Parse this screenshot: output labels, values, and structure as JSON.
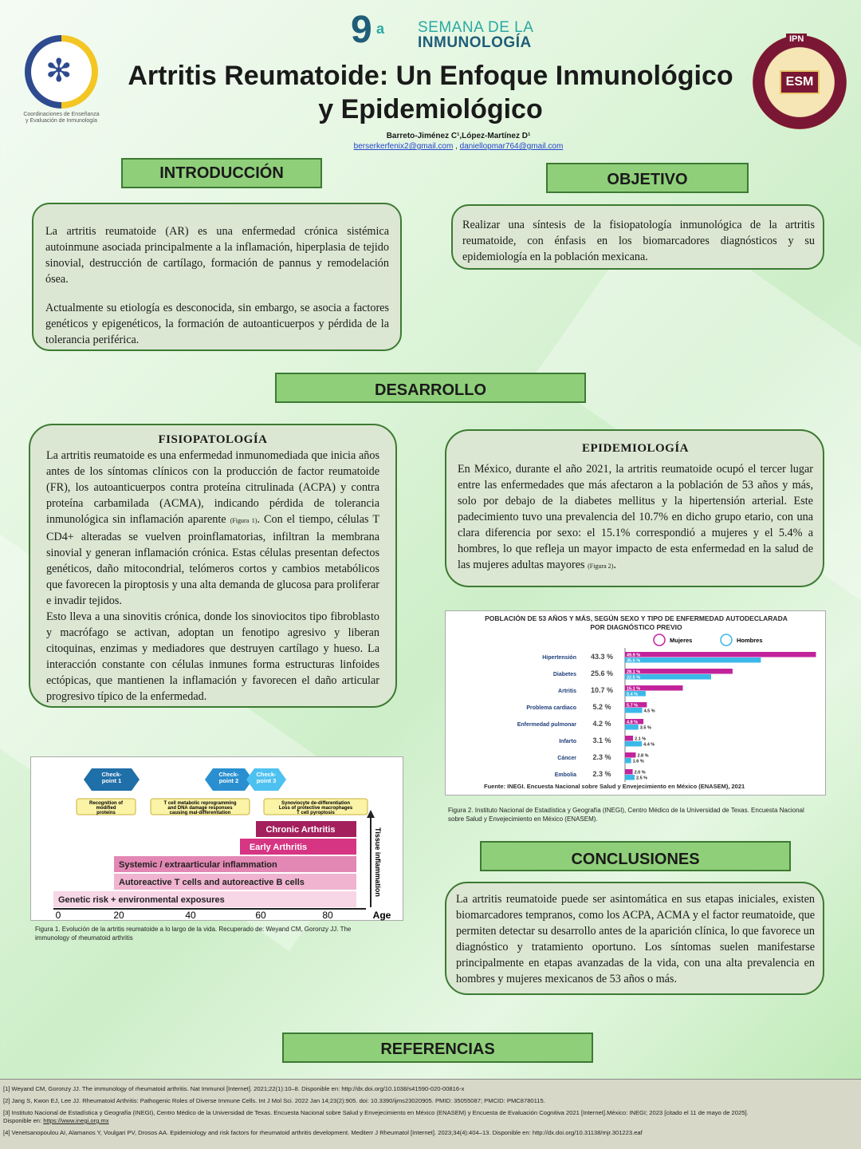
{
  "event": {
    "number": "9",
    "suffix": "a",
    "line1": "SEMANA DE LA",
    "line2": "INMUNOLOGÍA"
  },
  "logo_left": {
    "caption_line1": "Coordinaciones de Enseñanza",
    "caption_line2": "y Evaluación de Inmunología"
  },
  "logo_right": {
    "top": "IPN",
    "center": "ESM"
  },
  "title_line1": "Artritis Reumatoide: Un Enfoque Inmunológico",
  "title_line2": "y Epidemiológico",
  "authors": {
    "names": "Barreto-Jiménez C¹,López-Martínez D¹",
    "email1": "berserkerfenix2@gmail.com",
    "sep": " , ",
    "email2": "daniellopmar764@gmail.com"
  },
  "intro": {
    "heading": "INTRODUCCIÓN",
    "p1": "La artritis reumatoide (AR) es una enfermedad crónica sistémica autoinmune asociada principalmente a la inflamación, hiperplasia de tejido sinovial, destrucción de cartílago, formación de pannus y remodelación ósea.",
    "p2": "Actualmente su etiología es desconocida, sin embargo, se asocia a factores genéticos y epigenéticos, la formación de autoanticuerpos y pérdida de la tolerancia periférica."
  },
  "objetivo": {
    "heading": "OBJETIVO",
    "text": "Realizar una síntesis de la fisiopatología inmunológica de la artritis reumatoide, con énfasis en los biomarcadores diagnósticos y su epidemiología en la población mexicana."
  },
  "desarrollo_heading": "DESARROLLO",
  "fisio": {
    "title": "FISIOPATOLOGÍA",
    "p1a": "La artritis reumatoide es una enfermedad inmunomediada que inicia años antes de los síntomas clínicos con la producción de factor reumatoide (FR), los autoanticuerpos contra proteína citrulinada (ACPA) y contra proteína carbamilada (ACMA), indicando pérdida de tolerancia inmunológica sin inflamación aparente",
    "p1ref": "(Figura 1)",
    "p1b": ". Con el tiempo, células T CD4+ alteradas se vuelven proinflamatorias, infiltran la membrana sinovial y generan inflamación crónica. Estas células presentan defectos genéticos, daño mitocondrial, telómeros cortos y cambios metabólicos que favorecen la piroptosis y una alta demanda de glucosa para proliferar e invadir tejidos.",
    "p2": "Esto lleva a una sinovitis crónica, donde los sinoviocitos tipo fibroblasto y macrófago se activan, adoptan un fenotipo agresivo y liberan citoquinas, enzimas y mediadores que destruyen cartílago y hueso. La interacción constante con células inmunes forma estructuras linfoides ectópicas, que mantienen la inflamación y favorecen el daño articular progresivo típico de la enfermedad."
  },
  "epi": {
    "title": "EPIDEMIOLOGÍA",
    "text_a": "En México, durante el año 2021, la artritis reumatoide ocupó el tercer lugar entre las enfermedades que más afectaron a la población de 53 años y más, solo por debajo de la diabetes mellitus y la hipertensión arterial. Este padecimiento tuvo una prevalencia del 10.7% en dicho grupo etario, con una clara diferencia por sexo: el 15.1% correspondió a mujeres y el 5.4% a hombres, lo que refleja un mayor impacto de esta enfermedad en la salud de las mujeres adultas mayores",
    "text_ref": "(Figura 2)",
    "text_b": "."
  },
  "fig1": {
    "checkpoints": [
      "Check-\npoint 1",
      "Check-\npoint 2",
      "Check-\npoint 3"
    ],
    "notes": [
      "Recognition of modified proteins",
      "T cell metabolic reprogramming and DNA damage responses causing mal-differentiation",
      "Synoviocyte de-differentiation Loss of protective macrophages T cell pyroptosis"
    ],
    "stages": [
      "Chronic Arthritis",
      "Early Arthritis",
      "Systemic / extraarticular inflammation",
      "Autoreactive T cells and autoreactive B cells",
      "Genetic risk + environmental exposures"
    ],
    "y_label": "Tissue inflammation",
    "x_ticks": [
      "0",
      "20",
      "40",
      "60",
      "80"
    ],
    "x_label": "Age",
    "caption": "Figura 1. Evolución de la artritis reumatoide a lo largo de la vida. Recuperado de: Weyand CM, Goronzy JJ. The immunology of rheumatoid arthritis"
  },
  "fig2_caption": "Figura 2. Instituto Nacional de Estadística y Geografía (INEGI), Centro Médico de la Universidad de Texas. Encuesta Nacional sobre Salud y Envejecimiento en México (ENASEM).",
  "chart_data": {
    "type": "bar",
    "title": "POBLACIÓN DE 53 AÑOS Y MÁS, SEGÚN SEXO Y TIPO DE ENFERMEDAD AUTODECLARADA POR DIAGNÓSTICO PREVIO",
    "categories": [
      "Hipertensión",
      "Diabetes",
      "Artritis",
      "Problema cardiaco",
      "Enfermedad pulmonar",
      "Infarto",
      "Cáncer",
      "Embolia"
    ],
    "totals": [
      "43.3 %",
      "25.6 %",
      "10.7 %",
      "5.2 %",
      "4.2 %",
      "3.1 %",
      "2.3 %",
      "2.3 %"
    ],
    "series": [
      {
        "name": "Mujeres",
        "values": [
          49.9,
          28.1,
          15.1,
          5.7,
          4.8,
          2.1,
          2.8,
          2.0
        ],
        "labels": [
          "49.9 %",
          "28.1 %",
          "15.1 %",
          "5.7 %",
          "4.8 %",
          "2.1 %",
          "2.8 %",
          "2.0 %"
        ],
        "color": "#c2239b"
      },
      {
        "name": "Hombres",
        "values": [
          35.5,
          22.5,
          5.4,
          4.5,
          3.5,
          4.4,
          1.6,
          2.5
        ],
        "labels": [
          "35.5 %",
          "22.5 %",
          "5.4 %",
          "4.5 %",
          "3.5 %",
          "4.4 %",
          "1.6 %",
          "2.5 %"
        ],
        "color": "#3cb8e8"
      }
    ],
    "xlim": [
      0,
      50
    ],
    "legend": "top",
    "source": "Fuente: INEGI. Encuesta Nacional sobre Salud y Envejecimiento en México (ENASEM), 2021"
  },
  "conclusiones": {
    "heading": "CONCLUSIONES",
    "text": "La artritis reumatoide puede ser asintomática en sus etapas iniciales, existen biomarcadores tempranos, como los ACPA, ACMA y el factor reumatoide, que permiten detectar su desarrollo antes de la aparición clínica, lo que favorece un diagnóstico y tratamiento oportuno. Los síntomas suelen manifestarse principalmente en etapas avanzadas de la vida, con una alta prevalencia en hombres y mujeres mexicanos de 53 años o más."
  },
  "referencias": {
    "heading": "REFERENCIAS",
    "r1": "[1] Weyand CM, Goronzy JJ. The immunology of rheumatoid arthritis. Nat Immunol [Internet]. 2021;22(1):10–8. Disponible en: http://dx.doi.org/10.1038/s41590-020-00816-x",
    "r2": "[2] Jang S, Kwon EJ, Lee JJ. Rheumatoid Arthritis: Pathogenic Roles of Diverse Immune Cells. Int J Mol Sci. 2022 Jan 14;23(2):905. doi: 10.3390/ijms23020905. PMID: 35055087; PMCID: PMC8780115.",
    "r3": "[3] Instituto Nacional de Estadística y Geografía (INEGI), Centro Médico de la Universidad de Texas. Encuesta Nacional sobre Salud y Envejecimiento en México (ENASEM) y Encuesta de Evaluación Cognitiva 2021 [Internet].México: INEGI; 2023 [citado el 11 de mayo de 2025].",
    "r3b_pre": "Disponible en: ",
    "r3b_link": "https://www.inegi.org.mx",
    "r4": "[4] Venetsanopoulou AI, Alamanos Y, Voulgari PV, Drosos AA. Epidemiology and risk factors for rheumatoid arthritis development. Mediterr J Rheumatol [Internet]. 2023;34(4):404–13. Disponible en: http://dx.doi.org/10.31138/mjr.301223.eaf"
  }
}
